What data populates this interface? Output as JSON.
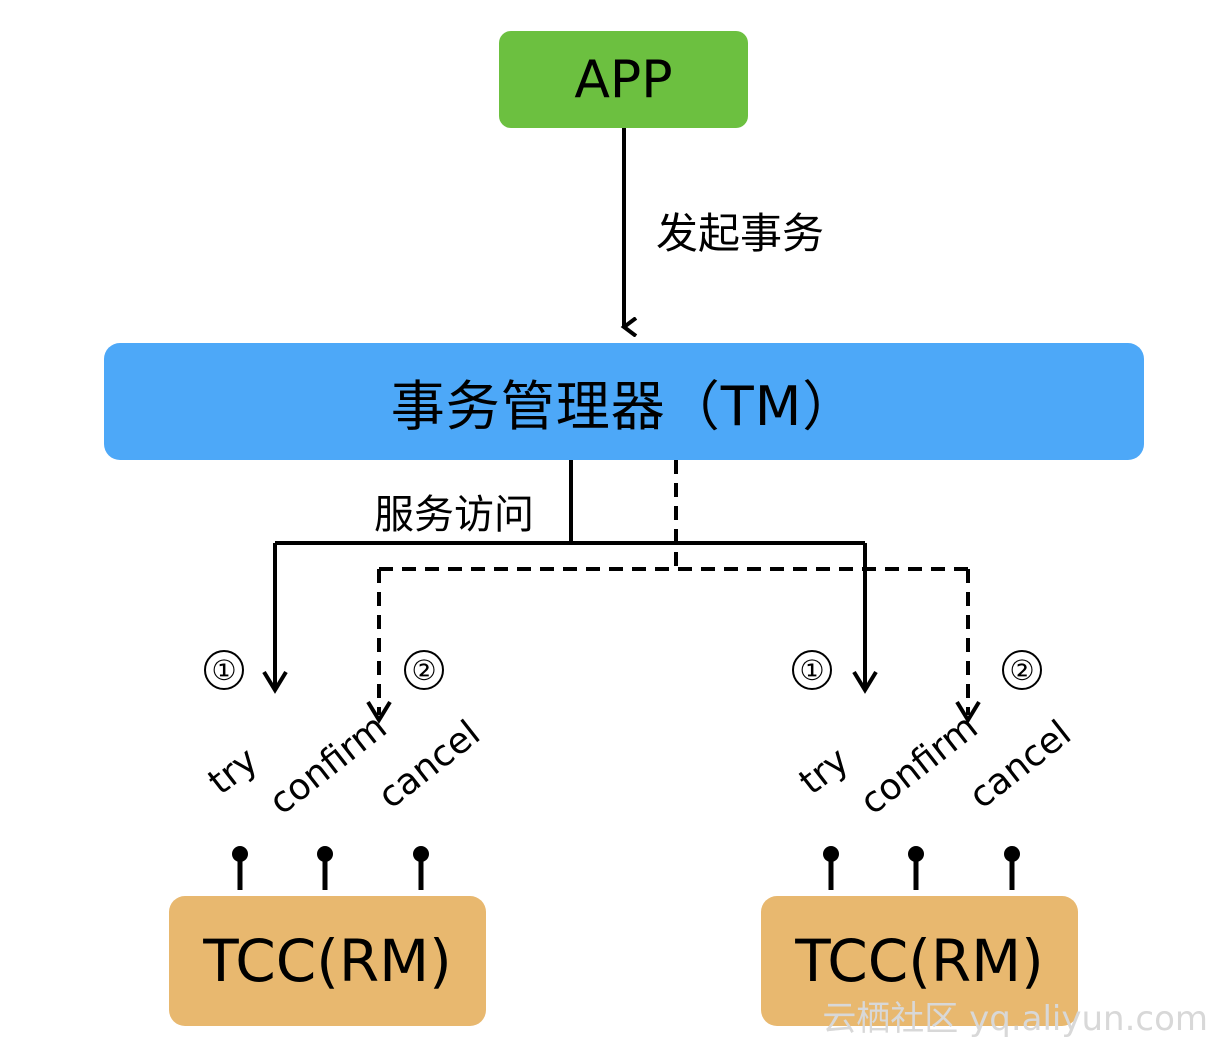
{
  "nodes": {
    "app": "APP",
    "tm": "事务管理器（TM）",
    "rm_left": "TCC(RM)",
    "rm_right": "TCC(RM)"
  },
  "edges": {
    "start_transaction": "发起事务",
    "service_access": "服务访问"
  },
  "steps": {
    "left_1": "①",
    "left_2": "②",
    "right_1": "①",
    "right_2": "②"
  },
  "operations": {
    "left": [
      "try",
      "confirm",
      "cancel"
    ],
    "right": [
      "try",
      "confirm",
      "cancel"
    ]
  },
  "watermark": "云栖社区 yq.aliyun.com"
}
